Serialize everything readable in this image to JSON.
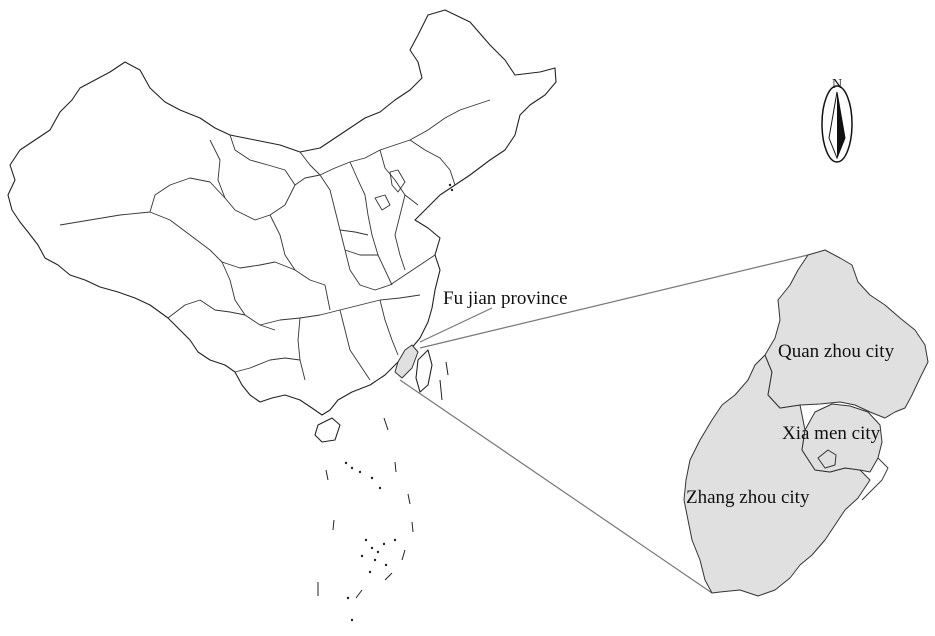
{
  "map": {
    "labels": {
      "province": "Fu jian province",
      "city_quanzhou": "Quan zhou city",
      "city_xiamen": "Xia men city",
      "city_zhangzhou": "Zhang zhou city"
    },
    "north_arrow": {
      "letter": "N",
      "icon": "north-arrow-icon"
    },
    "colors": {
      "highlight_fill": "#e0e0e0",
      "outline": "#222222",
      "leader_line": "#777777",
      "background": "#ffffff"
    }
  }
}
